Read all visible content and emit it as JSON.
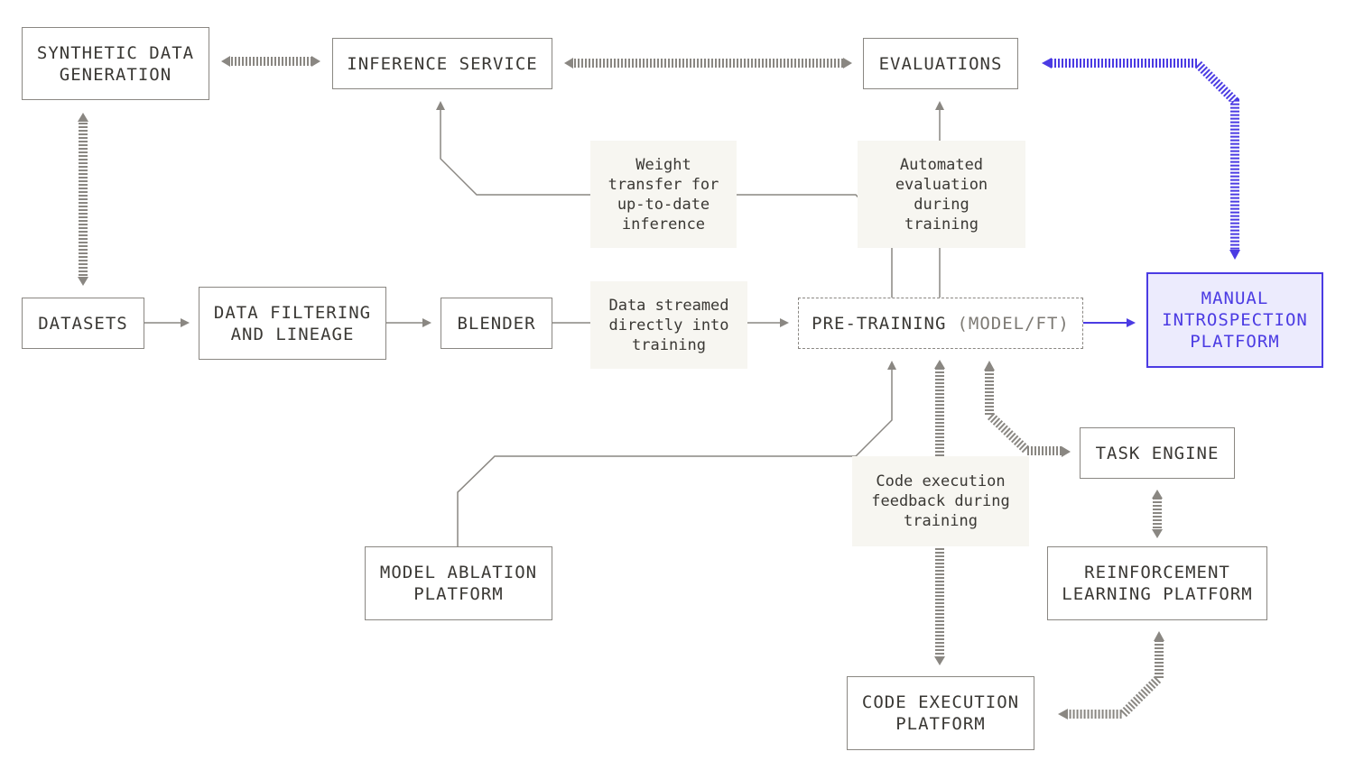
{
  "colors": {
    "line": "#8a8782",
    "text": "#3a3834",
    "note_bg": "#f7f6f1",
    "accent": "#4b3be3",
    "accent_bg": "#ecebfd"
  },
  "nodes": {
    "synthetic_data": "SYNTHETIC DATA\nGENERATION",
    "inference_service": "INFERENCE SERVICE",
    "evaluations": "EVALUATIONS",
    "datasets": "DATASETS",
    "data_filtering": "DATA FILTERING\nAND LINEAGE",
    "blender": "BLENDER",
    "pre_training": "PRE-TRAINING",
    "pre_training_suffix": "(MODEL/FT)",
    "manual_introspection": "MANUAL\nINTROSPECTION\nPLATFORM",
    "task_engine": "TASK ENGINE",
    "reinforcement_learning": "REINFORCEMENT\nLEARNING PLATFORM",
    "model_ablation": "MODEL ABLATION\nPLATFORM",
    "code_execution": "CODE EXECUTION\nPLATFORM"
  },
  "notes": {
    "weight_transfer": "Weight\ntransfer for\nup-to-date\ninference",
    "automated_evaluation": "Automated\nevaluation\nduring\ntraining",
    "data_streamed": "Data streamed\ndirectly into\ntraining",
    "code_feedback": "Code execution\nfeedback during\ntraining"
  }
}
